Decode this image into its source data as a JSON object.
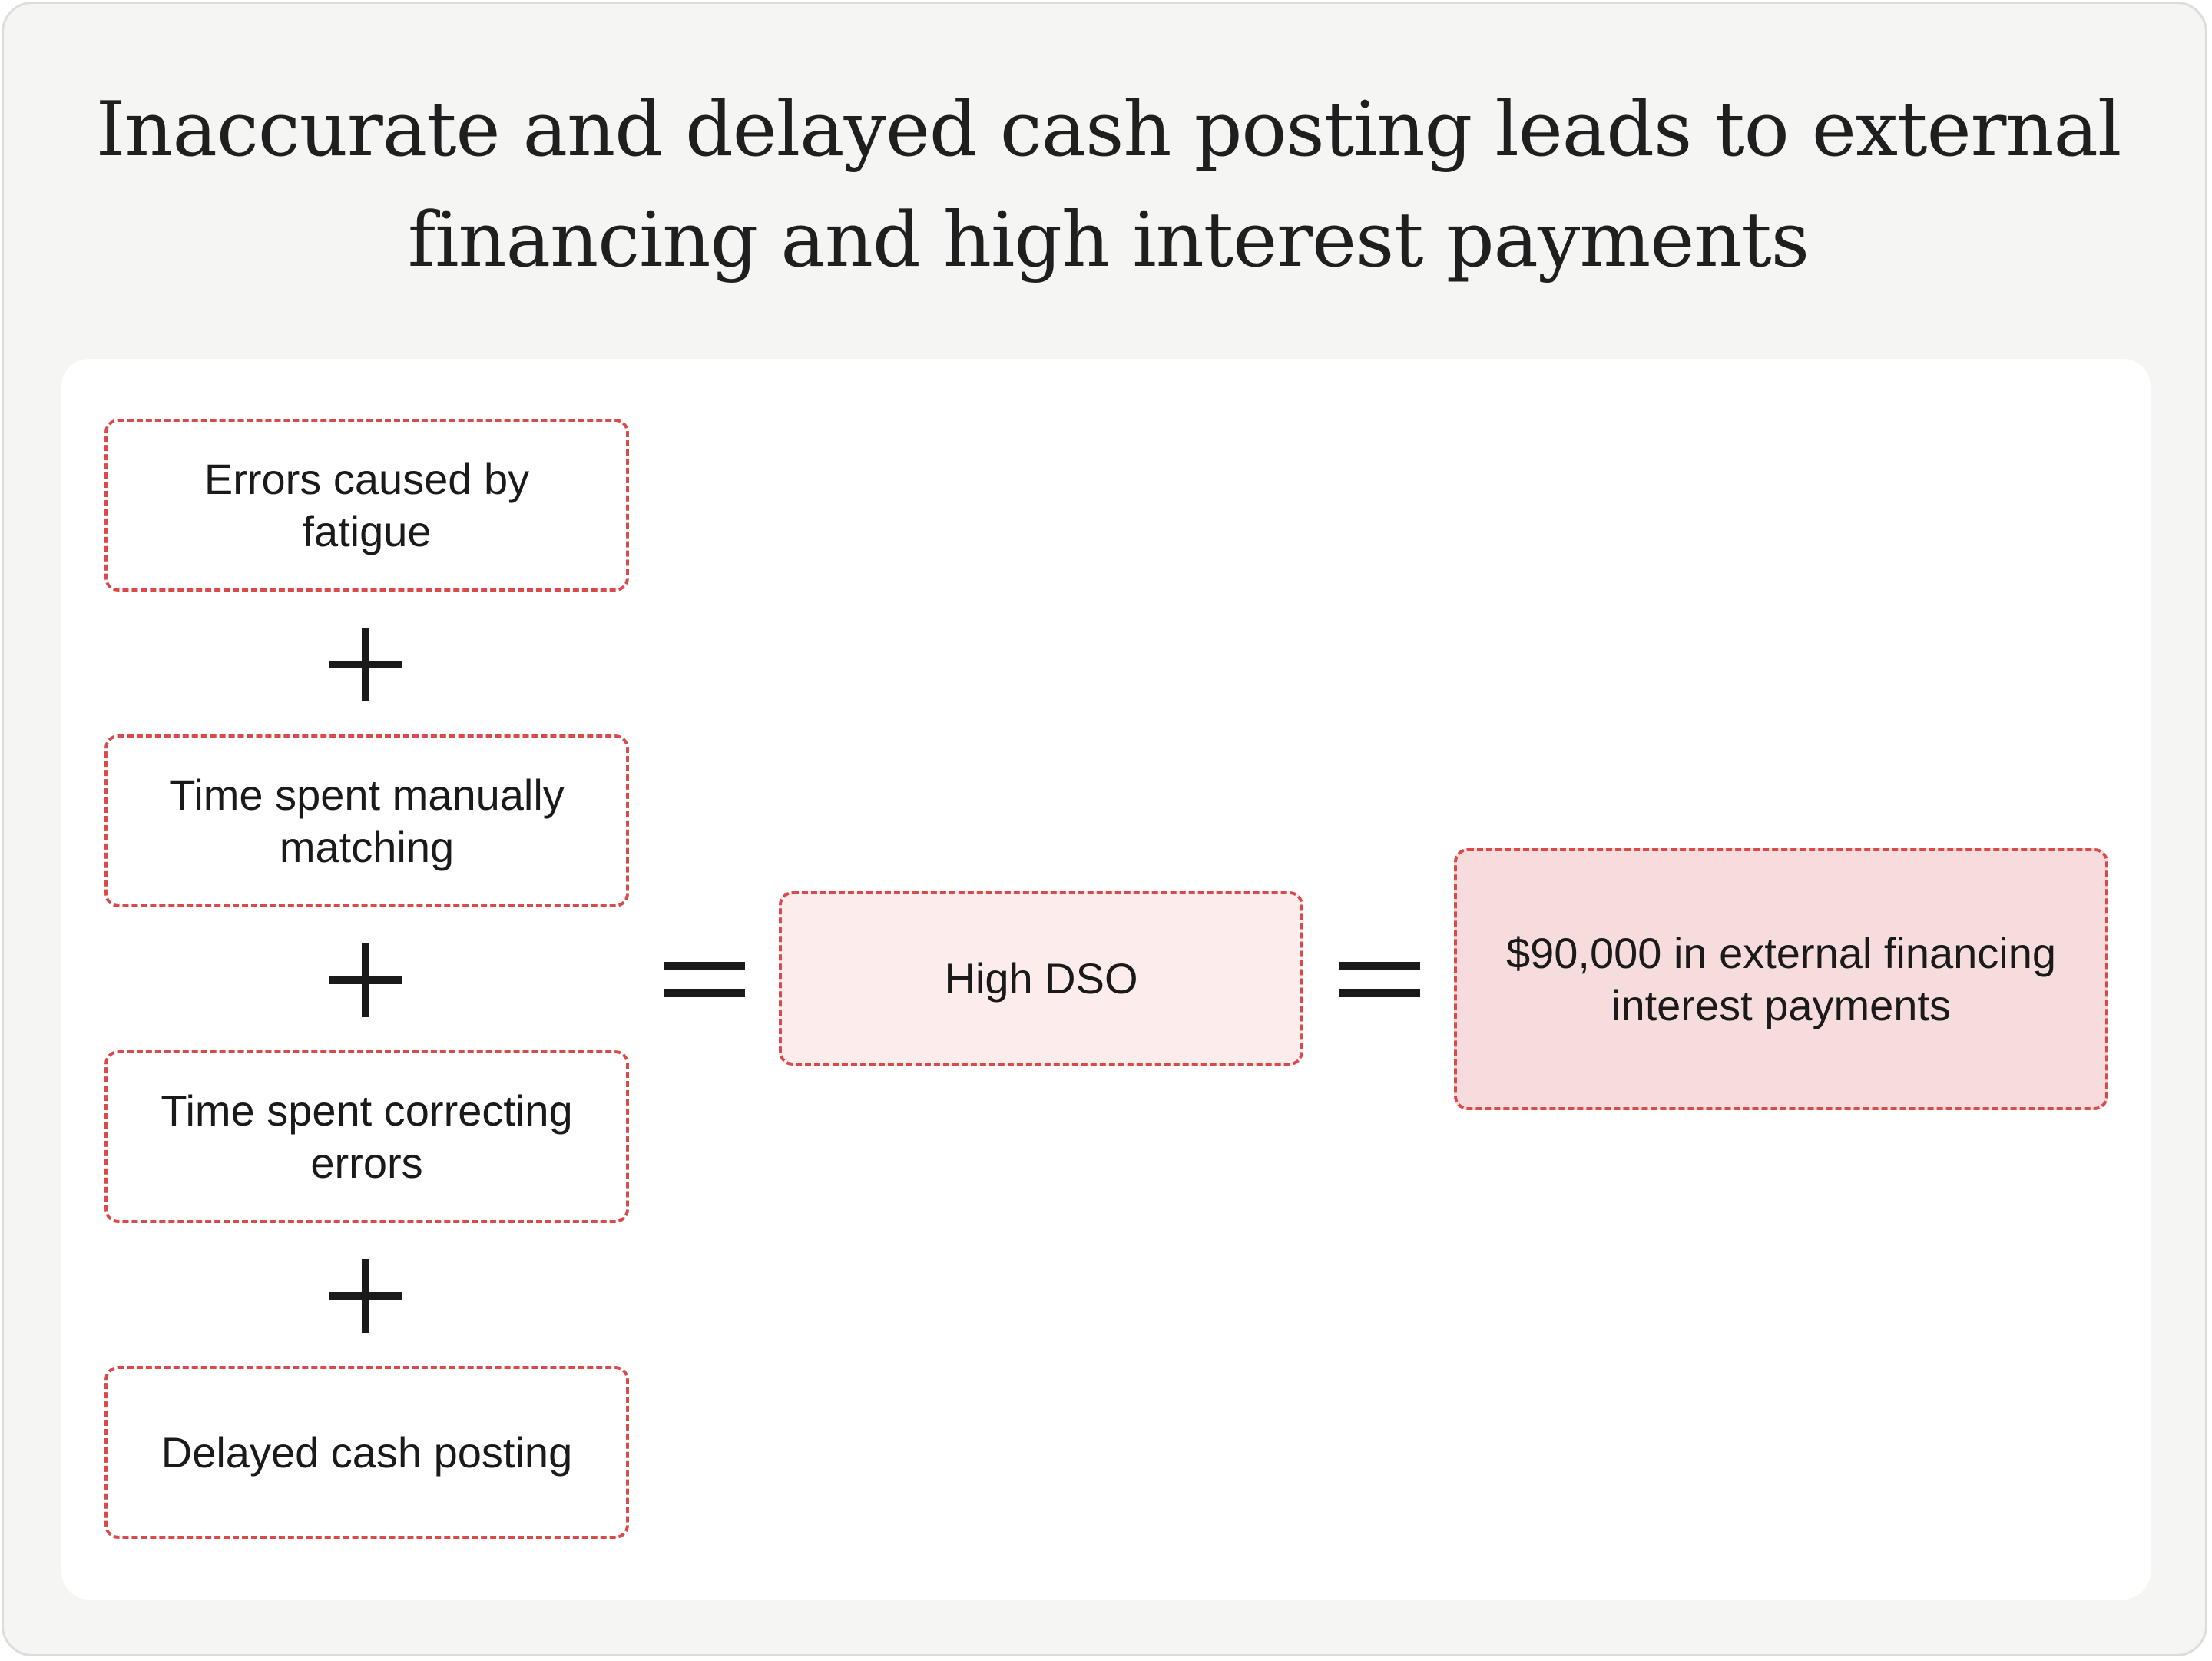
{
  "title": "Inaccurate and delayed cash posting leads to external financing and high interest payments",
  "inputs": [
    {
      "label": "Errors caused by fatigue"
    },
    {
      "label": "Time spent manually matching"
    },
    {
      "label": "Time spent correcting errors"
    },
    {
      "label": "Delayed cash posting"
    }
  ],
  "operators": {
    "plus": "+",
    "equals": "="
  },
  "middle": {
    "label": "High DSO"
  },
  "result": {
    "label": "$90,000 in external financing interest payments"
  },
  "colors": {
    "border_dashed": "#d94a4a",
    "middle_fill": "#fcecec",
    "result_fill": "#f7dcdd",
    "background": "#f5f5f4"
  }
}
